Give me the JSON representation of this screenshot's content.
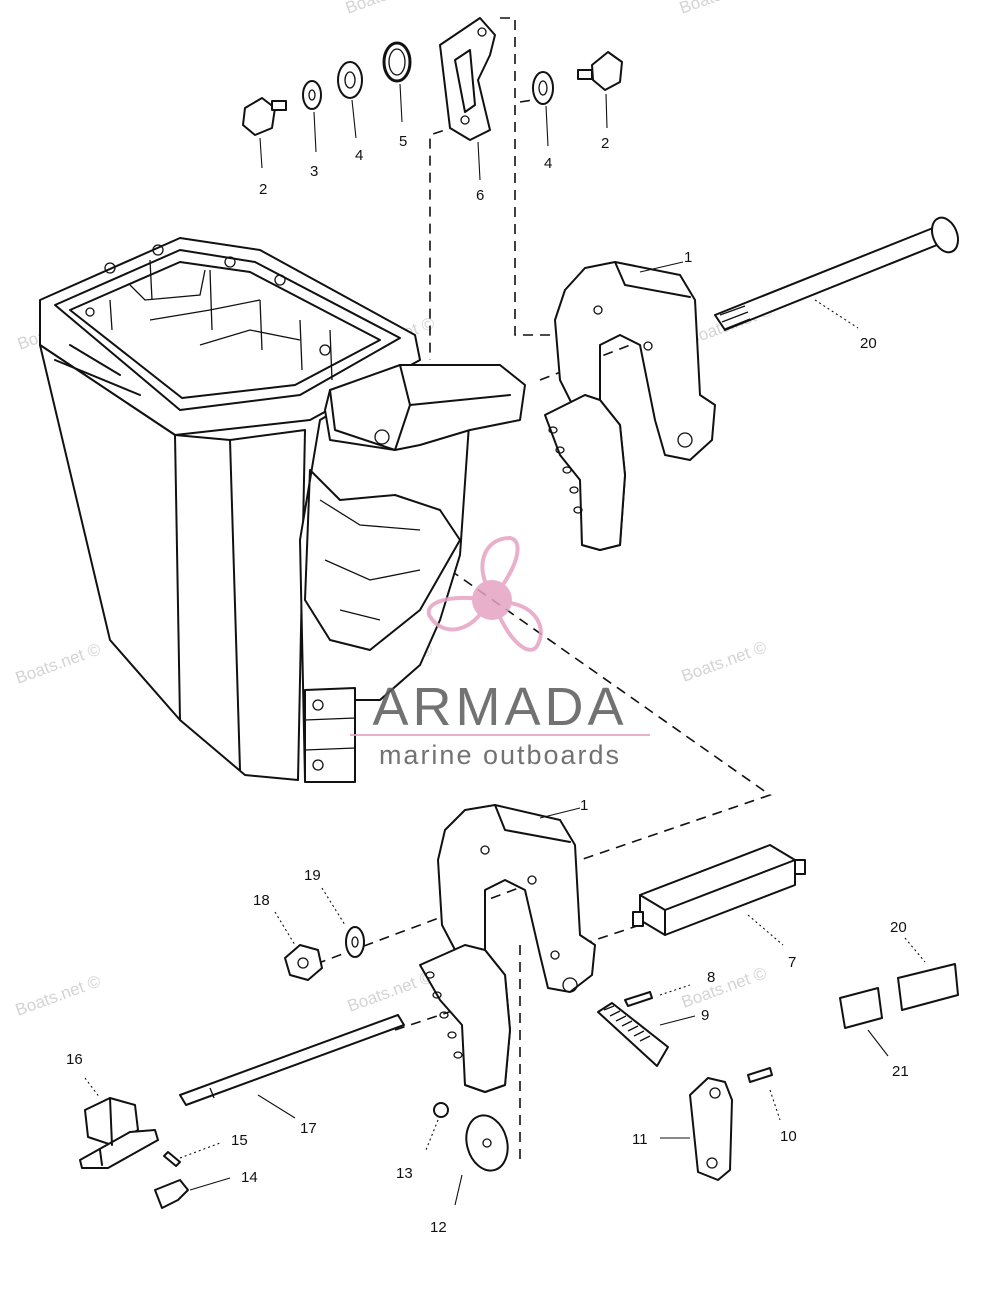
{
  "callouts": [
    {
      "id": "c1a",
      "text": "1"
    },
    {
      "id": "c1b",
      "text": "1"
    },
    {
      "id": "c2a",
      "text": "2"
    },
    {
      "id": "c2b",
      "text": "2"
    },
    {
      "id": "c3",
      "text": "3"
    },
    {
      "id": "c4a",
      "text": "4"
    },
    {
      "id": "c4b",
      "text": "4"
    },
    {
      "id": "c5",
      "text": "5"
    },
    {
      "id": "c6",
      "text": "6"
    },
    {
      "id": "c7",
      "text": "7"
    },
    {
      "id": "c8",
      "text": "8"
    },
    {
      "id": "c9",
      "text": "9"
    },
    {
      "id": "c10",
      "text": "10"
    },
    {
      "id": "c11",
      "text": "11"
    },
    {
      "id": "c12",
      "text": "12"
    },
    {
      "id": "c13",
      "text": "13"
    },
    {
      "id": "c14",
      "text": "14"
    },
    {
      "id": "c15",
      "text": "15"
    },
    {
      "id": "c16",
      "text": "16"
    },
    {
      "id": "c17",
      "text": "17"
    },
    {
      "id": "c18",
      "text": "18"
    },
    {
      "id": "c19",
      "text": "19"
    },
    {
      "id": "c20a",
      "text": "20"
    },
    {
      "id": "c20b",
      "text": "20"
    },
    {
      "id": "c21",
      "text": "21"
    }
  ],
  "watermark": "Boats.net ©",
  "logo": {
    "name": "ARMADA",
    "tagline": "marine outboards",
    "accent_color": "#e6a3c4",
    "text_color": "#5a5a5a"
  }
}
